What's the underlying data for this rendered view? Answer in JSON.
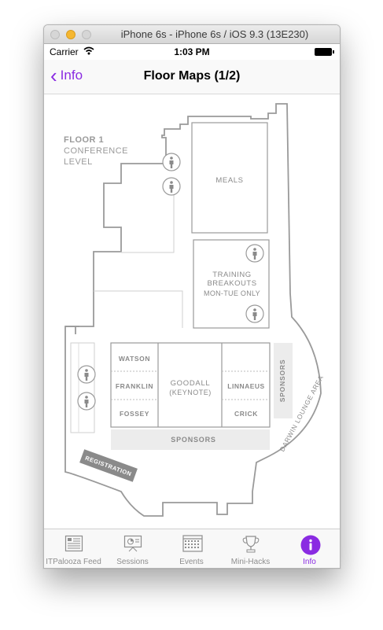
{
  "window": {
    "title": "iPhone 6s - iPhone 6s / iOS 9.3 (13E230)"
  },
  "status": {
    "carrier": "Carrier",
    "time": "1:03 PM"
  },
  "nav": {
    "back_label": "Info",
    "title": "Floor Maps (1/2)"
  },
  "map": {
    "floor_label": "FLOOR 1",
    "level_line1": "CONFERENCE",
    "level_line2": "LEVEL",
    "meals": "MEALS",
    "training_line1": "TRAINING",
    "training_line2": "BREAKOUTS",
    "training_line3": "MON-TUE ONLY",
    "watson": "WATSON",
    "franklin": "FRANKLIN",
    "fossey": "FOSSEY",
    "goodall": "GOODALL",
    "keynote": "(KEYNOTE)",
    "linnaeus": "LINNAEUS",
    "crick": "CRICK",
    "sponsors_bottom": "SPONSORS",
    "sponsors_side": "SPONSORS",
    "darwin": "DARWIN LOUNGE AREA",
    "registration": "REGISTRATION"
  },
  "tabs": [
    {
      "label": "ITPalooza Feed",
      "icon": "newspaper-icon"
    },
    {
      "label": "Sessions",
      "icon": "presentation-icon"
    },
    {
      "label": "Events",
      "icon": "calendar-icon"
    },
    {
      "label": "Mini-Hacks",
      "icon": "trophy-icon"
    },
    {
      "label": "Info",
      "icon": "info-icon",
      "active": true
    }
  ],
  "colors": {
    "accent": "#8a2be2",
    "wall": "#9a9a9a",
    "text": "#8a8a8a",
    "room_fill": "#ececec"
  }
}
